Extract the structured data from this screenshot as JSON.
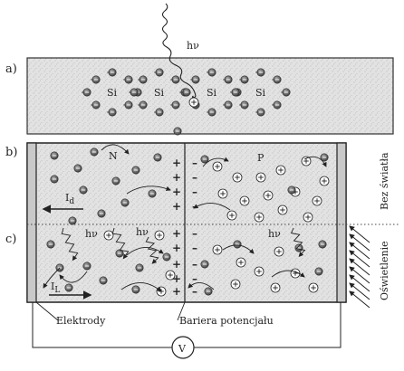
{
  "labels": {
    "hv_top": "hν",
    "section_a": "a)",
    "section_b": "b)",
    "section_c": "c)",
    "si": "Si",
    "n_region": "N",
    "p_region": "P",
    "current_dark": "I",
    "current_dark_sub": "d",
    "current_light": "I",
    "current_light_sub": "L",
    "hv_inside": "hν",
    "bez_swiatla": "Bez światła",
    "oswietlenie": "Oświetlenie",
    "elektrody": "Elektrody",
    "bariera": "Bariera potencjału",
    "voltmeter": "V"
  },
  "colors": {
    "ink": "#222222",
    "fill_gray": "#dcdcdc",
    "electron_fill": "#5a5a5a"
  }
}
